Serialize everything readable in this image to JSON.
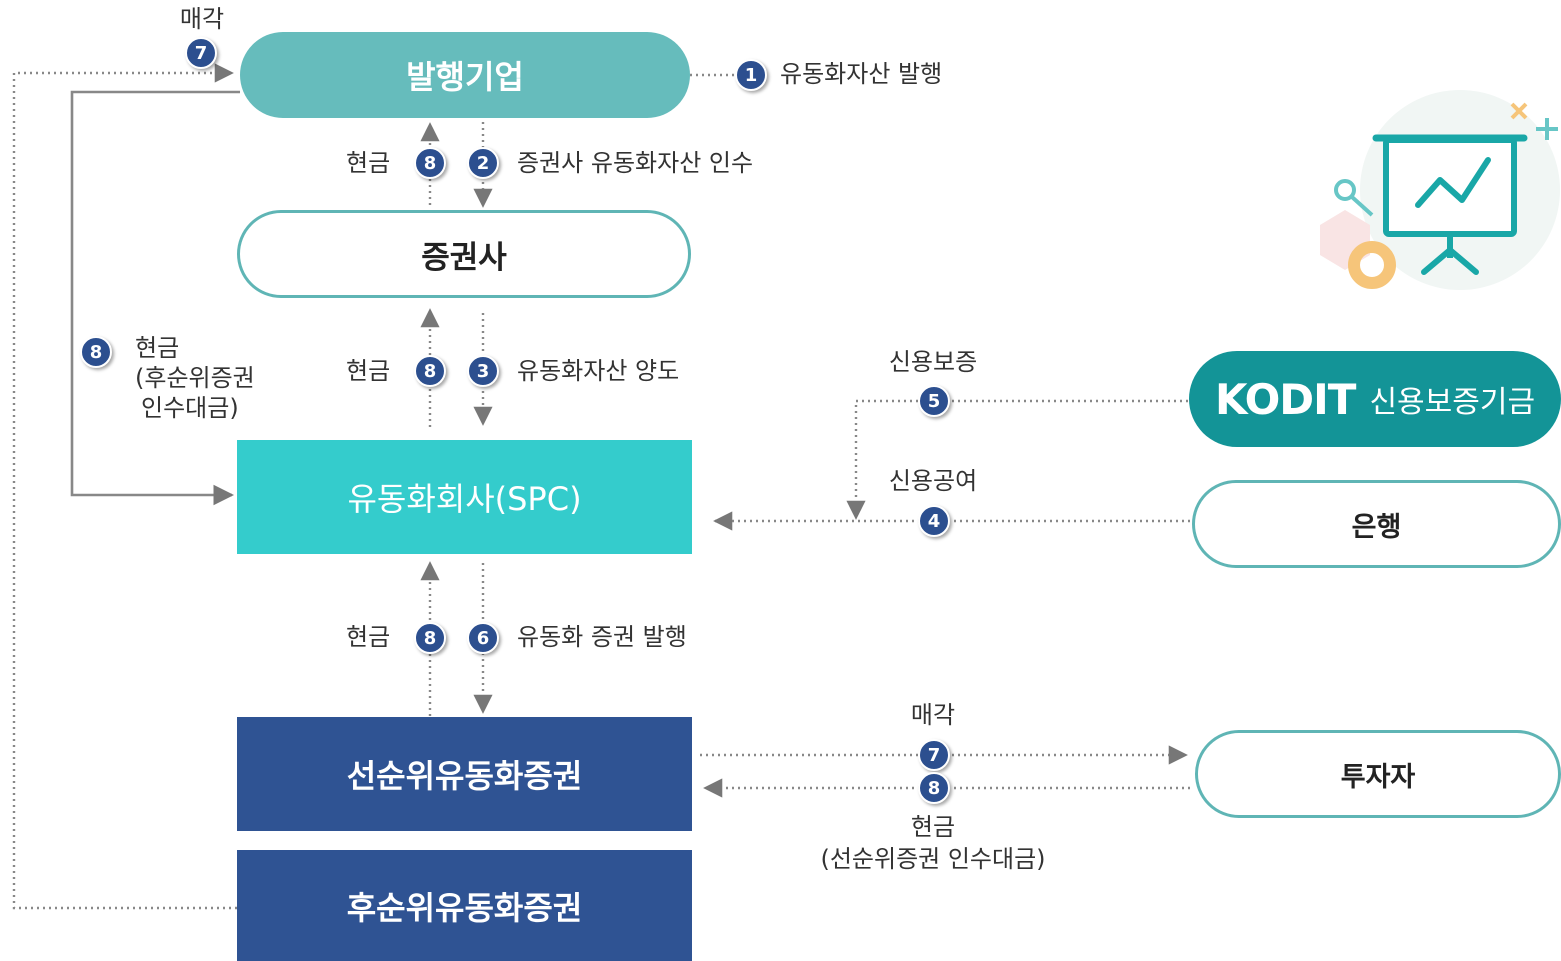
{
  "nodes": {
    "issuer": "발행기업",
    "securities": "증권사",
    "spc": "유동화회사(SPC)",
    "senior": "선순위유동화증권",
    "junior": "후순위유동화증권",
    "kodit_logo": "KODIT",
    "kodit_name": "신용보증기금",
    "bank": "은행",
    "investor": "투자자"
  },
  "labels": {
    "sell_top": "매각",
    "step1": "유동화자산 발행",
    "step2": "증권사 유동화자산 인수",
    "step3": "유동화자산 양도",
    "step6": "유동화 증권 발행",
    "cash": "현금",
    "left_cash_line1": "현금",
    "left_cash_line2": "(후순위증권",
    "left_cash_line3": "인수대금)",
    "credit_guarantee": "신용보증",
    "credit_line": "신용공여",
    "sell_investor": "매각",
    "cash_investor_line1": "현금",
    "cash_investor_line2": "(선순위증권 인수대금)"
  },
  "badges": {
    "b1": "1",
    "b2": "2",
    "b3": "3",
    "b4": "4",
    "b5": "5",
    "b6": "6",
    "b7": "7",
    "b8": "8"
  },
  "colors": {
    "issuer": "#66bcbc",
    "outline": "#5fb5b5",
    "spc": "#34cccc",
    "navy": "#2f5393",
    "kodit": "#139497",
    "badge": "#2c4f8f",
    "arrow": "#777777"
  },
  "icons": [
    "presentation-chart-icon",
    "key-icon",
    "hexagon-icon",
    "donut-chart-icon",
    "plus-icon",
    "x-icon"
  ]
}
